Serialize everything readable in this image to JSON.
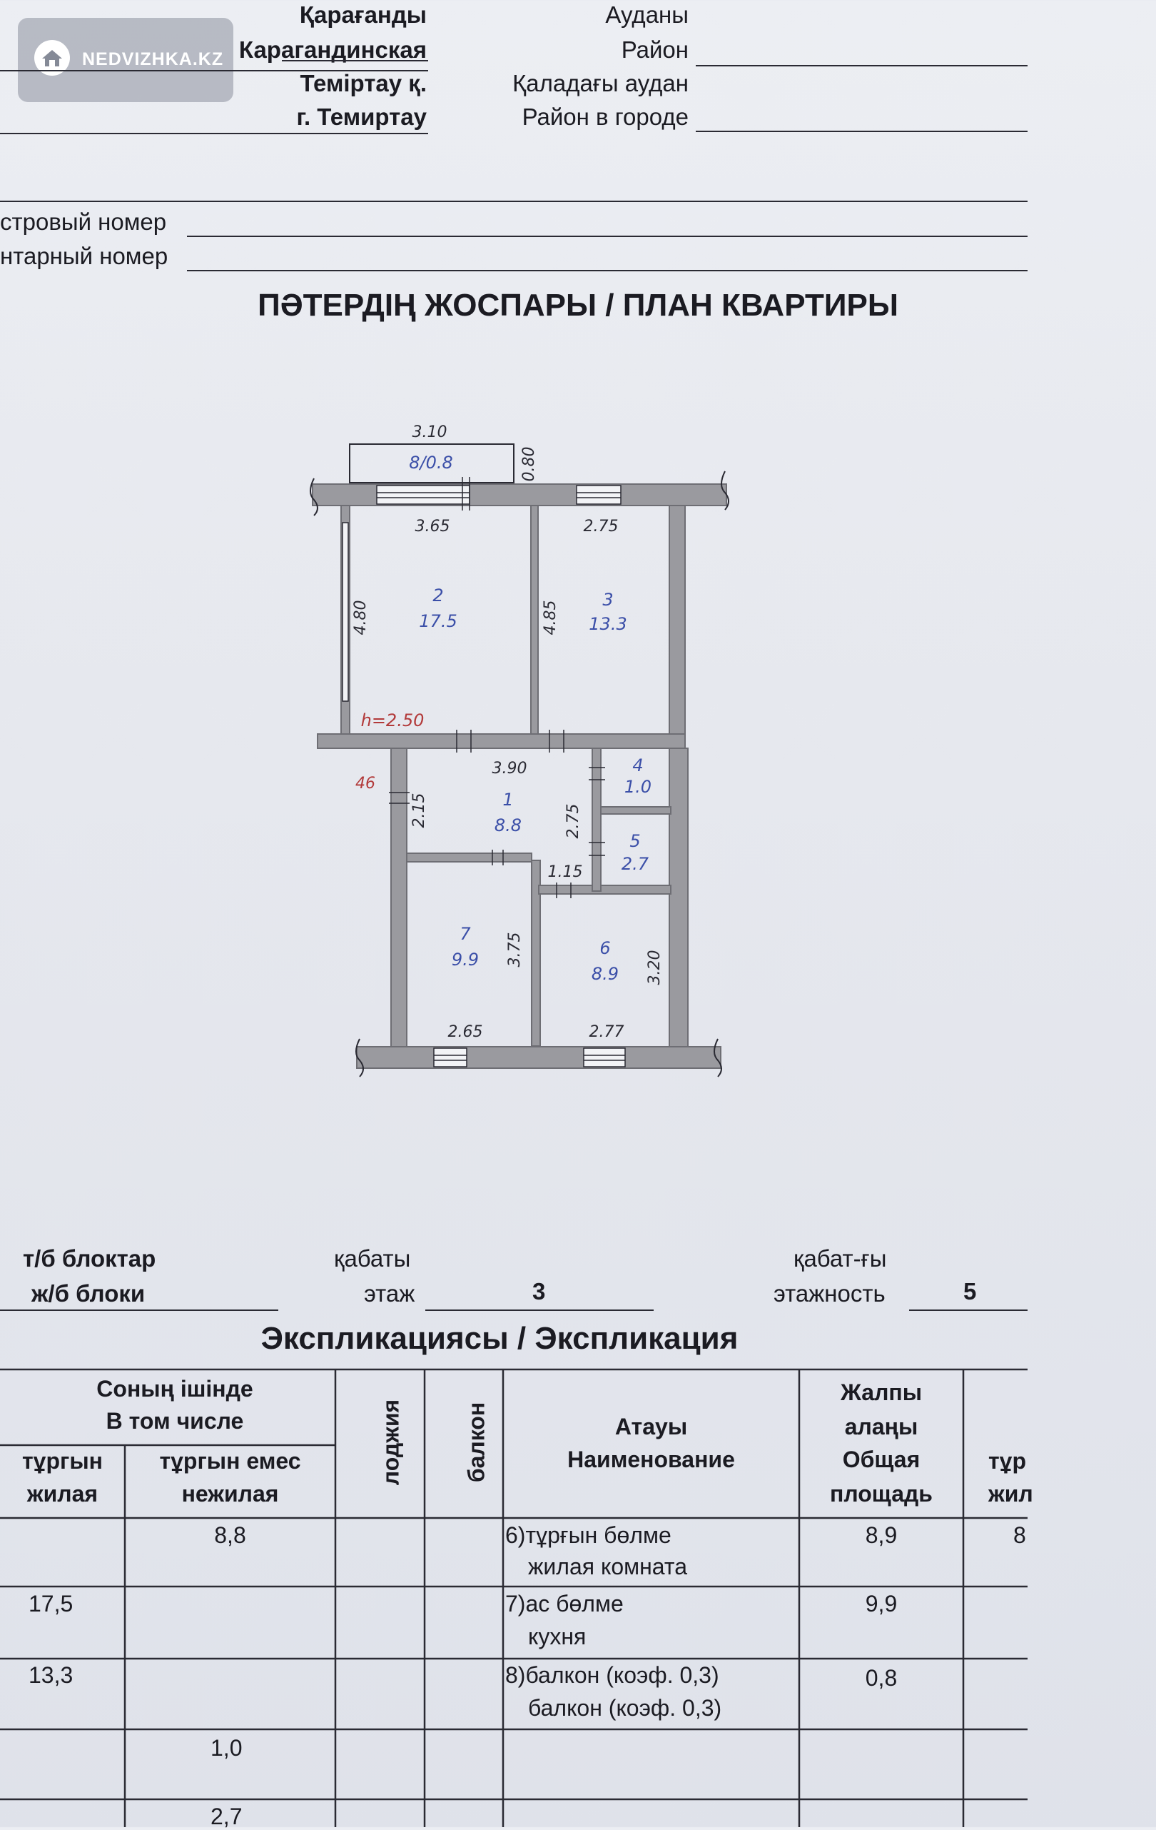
{
  "header": {
    "region_kz": "Қарағанды",
    "region_ru": "Карагандинская",
    "city_kz": "Теміртау қ.",
    "city_ru": "г. Темиртау",
    "district_kz_label": "Ауданы",
    "district_ru_label": "Район",
    "city_district_kz_label": "Қаладағы аудан",
    "city_district_ru_label": "Район в городе"
  },
  "watermark": {
    "text": "NEDVIZHKA.KZ",
    "icon": "house-icon"
  },
  "registry": {
    "cadastral_label": "стровый номер",
    "inventory_label": "нтарный номер"
  },
  "plan": {
    "title": "ПӘТЕРДІҢ ЖОСПАРЫ / ПЛАН КВАРТИРЫ",
    "ceiling_height": "h=2.50",
    "wall_label": "46",
    "balcony": {
      "number_area": "8/0.8",
      "width": "3.10",
      "depth": "0.80"
    },
    "dimensions": {
      "room2_width": "3.65",
      "room2_depth": "4.80",
      "room3_width": "2.75",
      "room3_depth": "4.85",
      "hall_width": "3.90",
      "hall_left": "2.15",
      "hall_right": "2.75",
      "hall_small": "1.15",
      "room7_depth": "3.75",
      "room7_width": "2.65",
      "room6_depth": "3.20",
      "room6_width": "2.77"
    },
    "rooms": [
      {
        "number": "1",
        "area": "8.8"
      },
      {
        "number": "2",
        "area": "17.5"
      },
      {
        "number": "3",
        "area": "13.3"
      },
      {
        "number": "4",
        "area": "1.0"
      },
      {
        "number": "5",
        "area": "2.7"
      },
      {
        "number": "6",
        "area": "8.9"
      },
      {
        "number": "7",
        "area": "9.9"
      }
    ],
    "colors": {
      "ink_blue": "#3b4fa8",
      "ink_red": "#b23a3a",
      "wall": "#8a8a8f"
    }
  },
  "building": {
    "material_kz": "т/б блоктар",
    "material_ru": "ж/б блоки",
    "floor_kz": "қабаты",
    "floor_ru": "этаж",
    "floor_value": "3",
    "floors_kz": "қабат-ғы",
    "floors_ru": "этажность",
    "floors_value": "5"
  },
  "explication": {
    "title": "Экспликациясы / Экспликация",
    "headers": {
      "including_kz": "Соның ішінде",
      "including_ru": "В том числе",
      "living_kz": "тұргын",
      "living_ru": "жилая",
      "nonliving_kz": "тұргын емес",
      "nonliving_ru": "нежилая",
      "loggia": "лоджия",
      "balcony": "балкон",
      "name_kz": "Атауы",
      "name_ru": "Наименование",
      "total_1": "Жалпы",
      "total_2": "алаңы",
      "total_3": "Общая",
      "total_4": "площадь",
      "next_col_1": "тұр",
      "next_col_2": "жил"
    },
    "rows": [
      {
        "living": "",
        "nonliving": "8,8",
        "name_kz": "6)тұрғын бөлме",
        "name_ru": "жилая комната",
        "total": "8,9",
        "next": "8"
      },
      {
        "living": "17,5",
        "nonliving": "",
        "name_kz": "7)ас бөлме",
        "name_ru": "кухня",
        "total": "9,9",
        "next": ""
      },
      {
        "living": "13,3",
        "nonliving": "",
        "name_kz": "8)балкон (коэф. 0,3)",
        "name_ru": "балкон (коэф. 0,3)",
        "total": "0,8",
        "next": ""
      },
      {
        "living": "",
        "nonliving": "1,0",
        "name_kz": "",
        "name_ru": "",
        "total": "",
        "next": ""
      },
      {
        "living": "",
        "nonliving": "2,7",
        "name_kz": "",
        "name_ru": "",
        "total": "",
        "next": ""
      }
    ]
  }
}
